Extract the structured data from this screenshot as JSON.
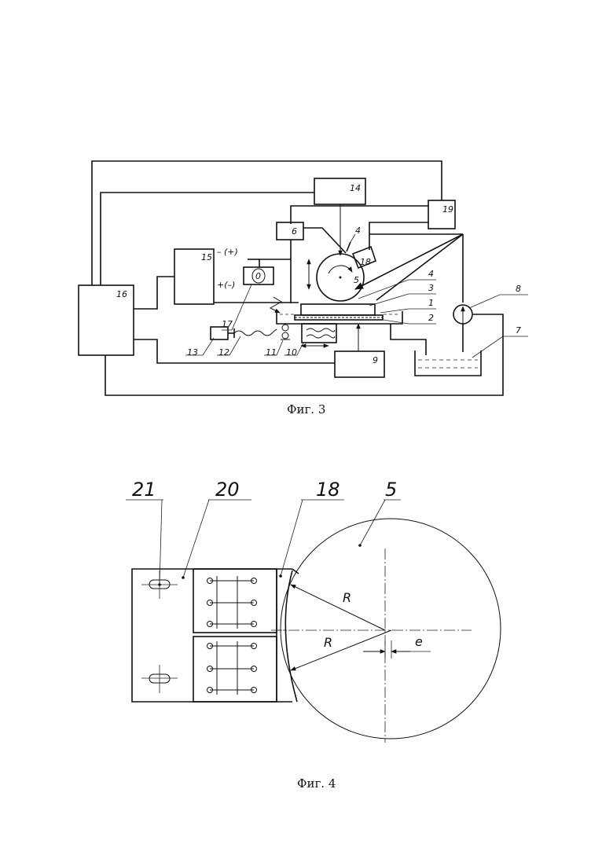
{
  "fig3": {
    "caption": "Фиг. 3",
    "labels": {
      "n1": "1",
      "n2": "2",
      "n3": "3",
      "n4a": "4",
      "n4b": "4",
      "n5": "5",
      "n6": "6",
      "n7": "7",
      "n8": "8",
      "n9": "9",
      "n10": "10",
      "n11": "11",
      "n12": "12",
      "n13": "13",
      "n14": "14",
      "n15": "15",
      "n16": "16",
      "n17": "17",
      "n18": "18",
      "n19": "19",
      "minus_plus": "– (+)",
      "plus_minus": "+(–)",
      "gauge_symbol": "0"
    }
  },
  "fig4": {
    "caption": "Фиг. 4",
    "labels": {
      "n21": "21",
      "n20": "20",
      "n18": "18",
      "n5": "5",
      "R1": "R",
      "R2": "R",
      "e": "e"
    }
  }
}
